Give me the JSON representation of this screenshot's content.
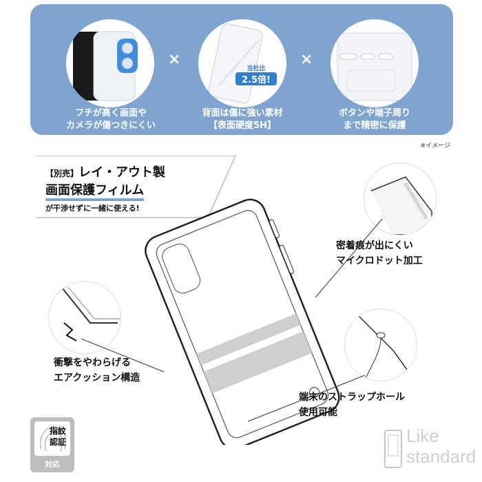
{
  "features": [
    {
      "caption_line1": "フチが高く画面や",
      "caption_line2": "カメラが傷つきにくい",
      "icon": "phone-edge-camera-icon"
    },
    {
      "caption_line1": "背面は傷に強い素材",
      "caption_line2": "【表面硬度5H】",
      "badge_top": "当社比",
      "badge_value": "2.5倍!",
      "icon": "back-panel-icon"
    },
    {
      "caption_line1": "ボタンや端子周り",
      "caption_line2": "まで精密に保護",
      "icon": "button-cutout-icon"
    }
  ],
  "times_symbol": "×",
  "image_note": "※イメージ",
  "hero": {
    "tag": "【別売】",
    "title_line1": "レイ・アウト製",
    "title_line2": "画面保護フィルム",
    "subtitle": "が干渉せずに一緒に使える!"
  },
  "callouts": {
    "microdot_line1": "密着痕が出にくい",
    "microdot_line2": "マイクロドット加工",
    "air_line1": "衝撃をやわらげる",
    "air_line2": "エアクッション構造",
    "strap_line1": "端末のストラップホール",
    "strap_line2": "使用可能"
  },
  "fingerprint_badge": {
    "line1": "指紋",
    "line2": "認証",
    "line3": "対応"
  },
  "brand": {
    "line1": "Like",
    "line2": "standard"
  },
  "colors": {
    "panel": "#7fa4cf",
    "accent_blue": "#2f7fd1"
  }
}
